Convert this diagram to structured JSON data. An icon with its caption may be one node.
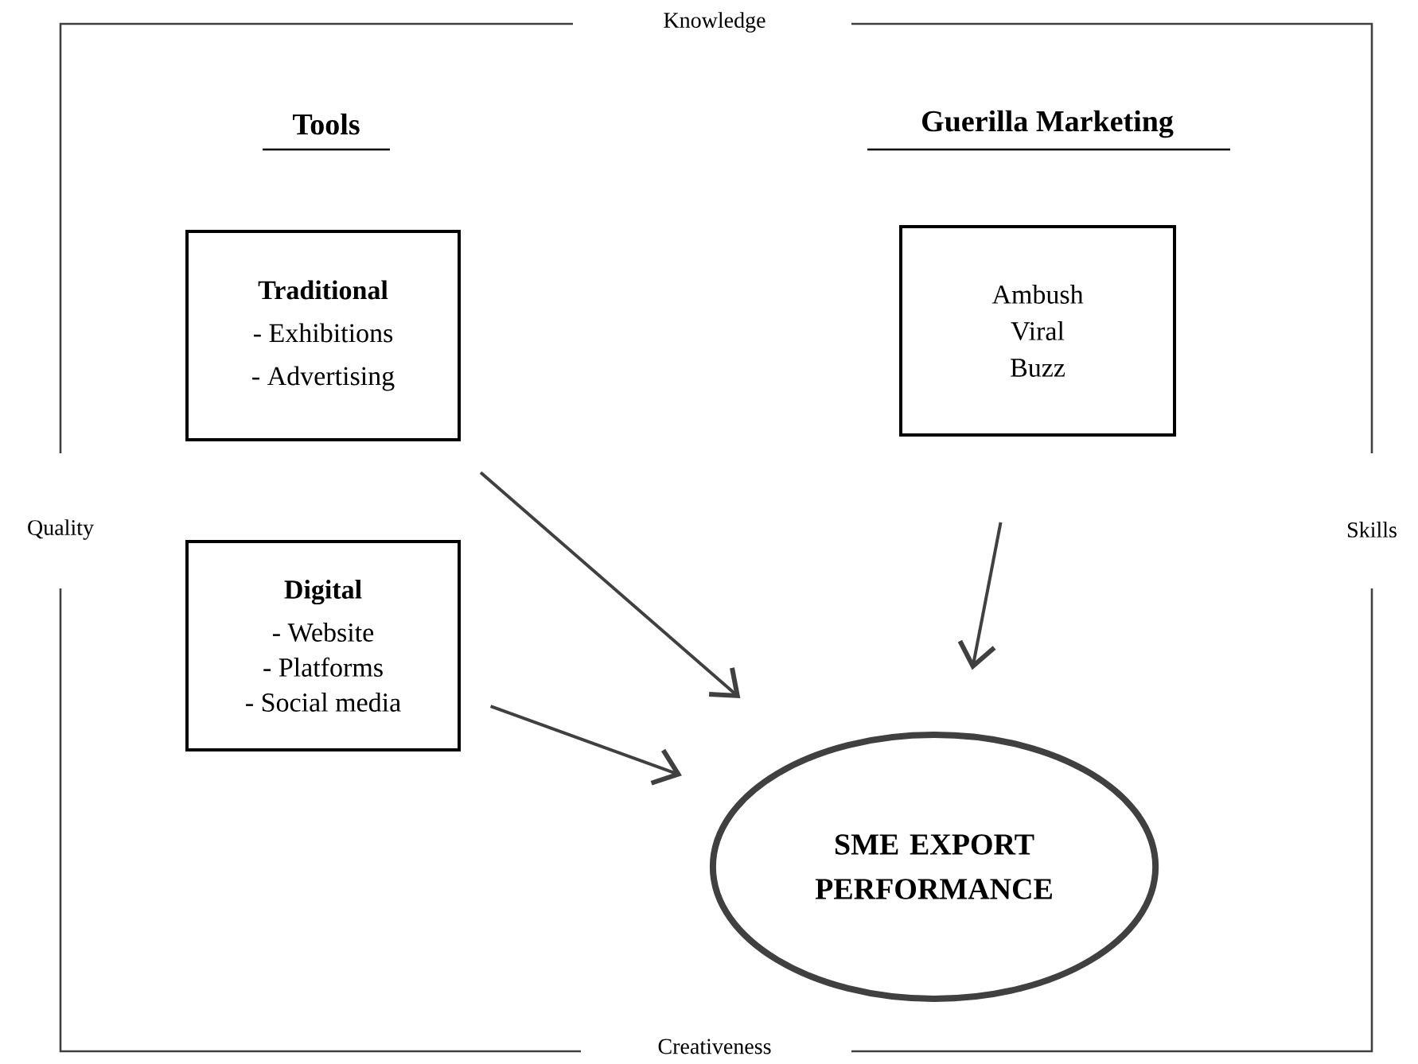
{
  "diagram": {
    "nodes": [
      {
        "text": [
          "Traditional",
          "- Exhibitions",
          "- Advertising"
        ]
      },
      {
        "text": [
          "Ambush",
          "Viral",
          "Buzz"
        ]
      },
      {
        "text": [
          "Digital",
          "- Website",
          "- Platforms",
          "- Social media"
        ]
      },
      {
        "text": [
          "SME EXPORT PERFORMANCE"
        ]
      }
    ],
    "edges": [
      {
        "from": 0,
        "to": 3,
        "arrow": "to"
      },
      {
        "from": 1,
        "to": 3,
        "arrow": "to"
      },
      {
        "from": 2,
        "to": 3,
        "arrow": "to"
      }
    ],
    "labels": [
      "Knowledge",
      "Tools",
      "Guerilla Marketing",
      "Quality",
      "Skills",
      "Creativeness"
    ]
  }
}
